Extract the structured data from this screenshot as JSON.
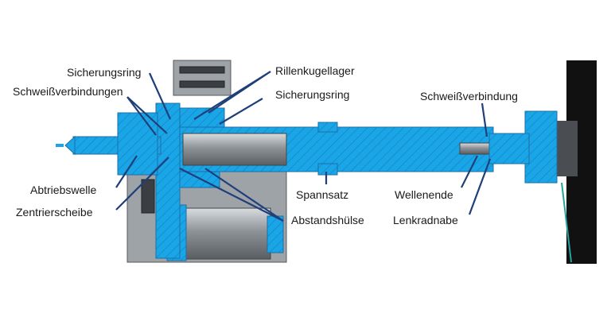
{
  "labels": {
    "sicherungsring_top": "Sicherungsring",
    "schweissverbindungen": "Schweißverbindungen",
    "rillenkugellager": "Rillenkugellager",
    "sicherungsring_right": "Sicherungsring",
    "schweissverbindung": "Schweißverbindung",
    "abtriebswelle": "Abtriebswelle",
    "zentrierscheibe": "Zentrierscheibe",
    "spannsatz": "Spannsatz",
    "abstandshuelse": "Abstandshülse",
    "wellenende": "Wellenende",
    "lenkradnabe": "Lenkradnabe"
  },
  "colors": {
    "body": "#1aa6e6",
    "hatch": "#0f7fc0",
    "housing": "#9ea3a8",
    "leader": "#1f3f7a",
    "wheel": "#111111"
  }
}
